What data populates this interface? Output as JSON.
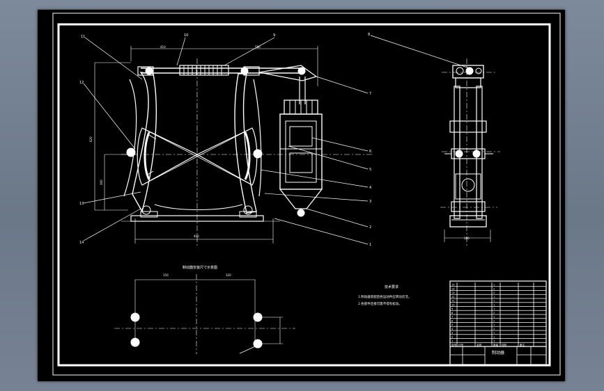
{
  "drawing": {
    "title": "制动器",
    "notes_title": "技术要求",
    "notes": [
      "1.制动器装配后各运动件应转动灵活，",
      "2.各部件连接可靠不得有松动。"
    ],
    "mount_view_label": "制动器安装尺寸示意图",
    "part_callouts": [
      "11",
      "10",
      "9",
      "8",
      "7",
      "6",
      "5",
      "4",
      "3",
      "2",
      "1",
      "12",
      "13",
      "14"
    ],
    "dims": {
      "top_width": "410",
      "top_width2": "580",
      "height_left": "620",
      "center_h": "300",
      "base_width": "400",
      "side_width": "180",
      "mount_w1": "150",
      "mount_w2": "320"
    },
    "bom_rows": [
      [
        "15",
        "",
        "",
        "1",
        "",
        ""
      ],
      [
        "14",
        "",
        "",
        "2",
        "",
        ""
      ],
      [
        "13",
        "",
        "",
        "2",
        "",
        ""
      ],
      [
        "12",
        "",
        "",
        "1",
        "",
        ""
      ],
      [
        "11",
        "",
        "",
        "1",
        "",
        ""
      ],
      [
        "10",
        "",
        "",
        "1",
        "",
        ""
      ],
      [
        "9",
        "",
        "",
        "1",
        "",
        ""
      ],
      [
        "8",
        "",
        "",
        "2",
        "",
        ""
      ],
      [
        "7",
        "",
        "",
        "1",
        "",
        ""
      ],
      [
        "6",
        "",
        "",
        "2",
        "",
        ""
      ],
      [
        "5",
        "",
        "",
        "1",
        "",
        ""
      ],
      [
        "4",
        "",
        "",
        "2",
        "",
        ""
      ],
      [
        "3",
        "",
        "",
        "1",
        "",
        ""
      ],
      [
        "2",
        "",
        "",
        "1",
        "",
        ""
      ],
      [
        "1",
        "",
        "",
        "1",
        "",
        ""
      ]
    ],
    "title_block": {
      "name": "制动器",
      "header": [
        "序号",
        "代号",
        "名称",
        "数量",
        "材料",
        "备注"
      ]
    }
  },
  "colors": {
    "line": "#ffffff",
    "frame": "#ffffff",
    "background": "#000000",
    "desktop": "#748193"
  }
}
